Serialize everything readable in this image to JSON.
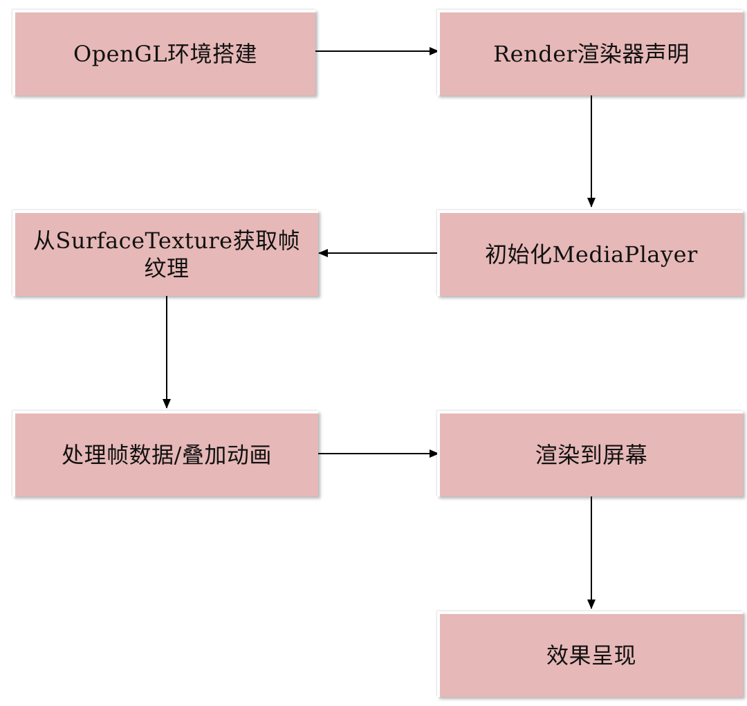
{
  "nodes": [
    {
      "id": "n1",
      "label": "OpenGL环境搭建"
    },
    {
      "id": "n2",
      "label": "Render渲染器声明"
    },
    {
      "id": "n3",
      "label": "初始化MediaPlayer"
    },
    {
      "id": "n4",
      "label": "从SurfaceTexture获取帧纹理"
    },
    {
      "id": "n5",
      "label": "处理帧数据/叠加动画"
    },
    {
      "id": "n6",
      "label": "渲染到屏幕"
    },
    {
      "id": "n7",
      "label": "效果呈现"
    }
  ],
  "edges": [
    {
      "from": "n1",
      "to": "n2"
    },
    {
      "from": "n2",
      "to": "n3"
    },
    {
      "from": "n3",
      "to": "n4"
    },
    {
      "from": "n4",
      "to": "n5"
    },
    {
      "from": "n5",
      "to": "n6"
    },
    {
      "from": "n6",
      "to": "n7"
    }
  ],
  "colors": {
    "node_fill": "#e6b8b7",
    "arrow": "#000000"
  }
}
